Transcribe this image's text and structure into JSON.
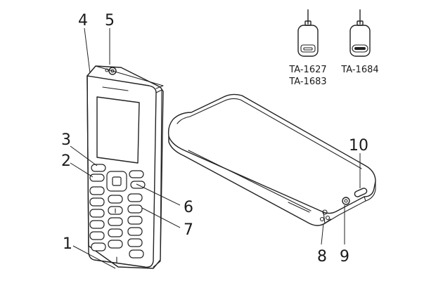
{
  "callouts": {
    "c1": "1",
    "c2": "2",
    "c3": "3",
    "c4": "4",
    "c5": "5",
    "c6": "6",
    "c7": "7",
    "c8": "8",
    "c9": "9",
    "c10": "10"
  },
  "chargers": {
    "micro_usb_line1": "TA-1627",
    "micro_usb_line2": "TA-1683",
    "usb_c": "TA-1684"
  }
}
